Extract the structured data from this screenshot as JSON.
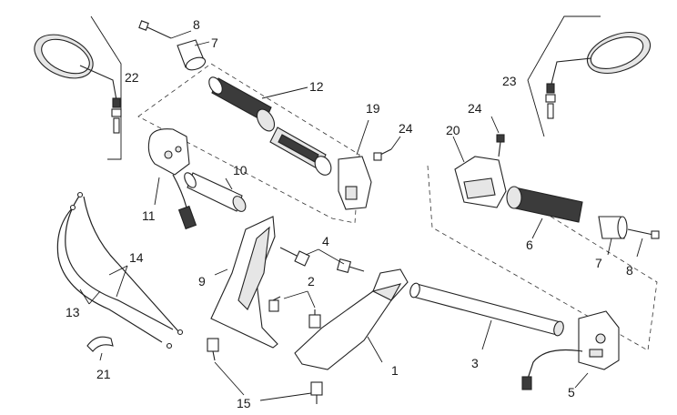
{
  "callouts": {
    "p1": "1",
    "p2": "2",
    "p3": "3",
    "p4": "4",
    "p5": "5",
    "p6": "6",
    "p7_left": "7",
    "p7_right": "7",
    "p8_left": "8",
    "p8_right": "8",
    "p9": "9",
    "p10": "10",
    "p11": "11",
    "p12": "12",
    "p13": "13",
    "p14": "14",
    "p15": "15",
    "p19": "19",
    "p20": "20",
    "p21": "21",
    "p22": "22",
    "p23": "23",
    "p24_left": "24",
    "p24_right": "24"
  },
  "colors": {
    "ink": "#1a1a1a",
    "rubber": "#3b3b3b",
    "metal": "#e6e6e6"
  }
}
